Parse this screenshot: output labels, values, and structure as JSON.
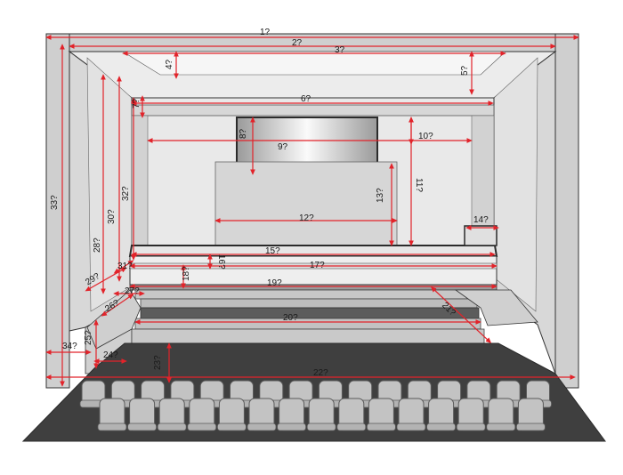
{
  "colors": {
    "background": "#ffffff",
    "frame": "#cfcfcf",
    "wall_light": "#e4e4e4",
    "wall_mid": "#d2d2d2",
    "wall_dark": "#bdbdbd",
    "floor_dark": "#3f3f3f",
    "step_light": "#c6c6c6",
    "step_dark": "#5c5c5c",
    "seat_fill": "#c3c3c3",
    "seat_stroke": "#5a5a5a",
    "dimension_line": "#e2232a",
    "outline": "#333333",
    "screen_frame": "#2b2b2b"
  },
  "labels": {
    "d1": "1?",
    "d2": "2?",
    "d3": "3?",
    "d4": "4?",
    "d5": "5?",
    "d6": "6?",
    "d7": "7?",
    "d8": "8?",
    "d9": "9?",
    "d10": "10?",
    "d11": "11?",
    "d12": "12?",
    "d13": "13?",
    "d14": "14?",
    "d15": "15?",
    "d16": "16?",
    "d17": "17?",
    "d18": "18?",
    "d19": "19?",
    "d20": "20?",
    "d21": "21?",
    "d22": "22?",
    "d23": "23?",
    "d24": "24?",
    "d25": "25?",
    "d26": "26?",
    "d27": "27?",
    "d28": "28?",
    "d29": "29?",
    "d30": "30?",
    "d31": "31?",
    "d32": "32?",
    "d33": "33?",
    "d34": "34?"
  },
  "seating": {
    "front_row_count": 16,
    "back_row_count": 15,
    "icon": "theater-seat-icon"
  }
}
